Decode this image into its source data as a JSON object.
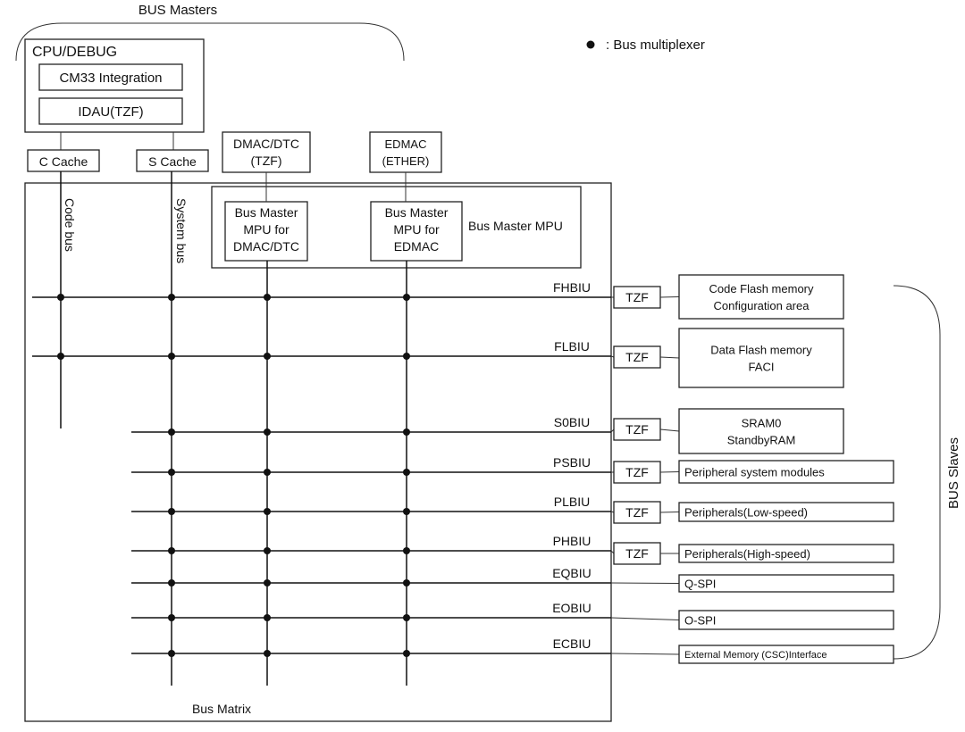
{
  "masters_title": "BUS Masters",
  "slaves_title": "BUS Slaves",
  "legend": {
    "symbol": "●",
    "text": ": Bus multiplexer"
  },
  "cpu": {
    "title": "CPU/DEBUG",
    "cm33": "CM33 Integration",
    "idau": "IDAU(TZF)"
  },
  "caches": {
    "c": "C Cache",
    "s": "S Cache"
  },
  "dmac": {
    "line1": "DMAC/DTC",
    "line2": "(TZF)"
  },
  "edmac": {
    "line1": "EDMAC",
    "line2": "(ETHER)"
  },
  "bus_labels": {
    "code": "Code bus",
    "system": "System bus"
  },
  "mpu": {
    "group": "Bus Master MPU",
    "dmac": [
      "Bus Master",
      "MPU for",
      "DMAC/DTC"
    ],
    "edmac": [
      "Bus Master",
      "MPU for",
      "EDMAC"
    ]
  },
  "matrix_label": "Bus Matrix",
  "tzf_label": "TZF",
  "buses": [
    {
      "biu": "FHBIU",
      "slave": [
        "Code Flash memory",
        "Configuration area"
      ],
      "tzf": true
    },
    {
      "biu": "FLBIU",
      "slave": [
        "Data Flash memory",
        "FACI"
      ],
      "tzf": true
    },
    {
      "biu": "S0BIU",
      "slave": [
        "SRAM0",
        "StandbyRAM"
      ],
      "tzf": true
    },
    {
      "biu": "PSBIU",
      "slave": [
        "Peripheral system modules"
      ],
      "tzf": true
    },
    {
      "biu": "PLBIU",
      "slave": [
        "Peripherals(Low-speed)"
      ],
      "tzf": true
    },
    {
      "biu": "PHBIU",
      "slave": [
        "Peripherals(High-speed)"
      ],
      "tzf": true
    },
    {
      "biu": "EQBIU",
      "slave": [
        "Q-SPI"
      ],
      "tzf": false
    },
    {
      "biu": "EOBIU",
      "slave": [
        "O-SPI"
      ],
      "tzf": false
    },
    {
      "biu": "ECBIU",
      "slave": [
        "External Memory (CSC)Interface"
      ],
      "tzf": false
    }
  ]
}
